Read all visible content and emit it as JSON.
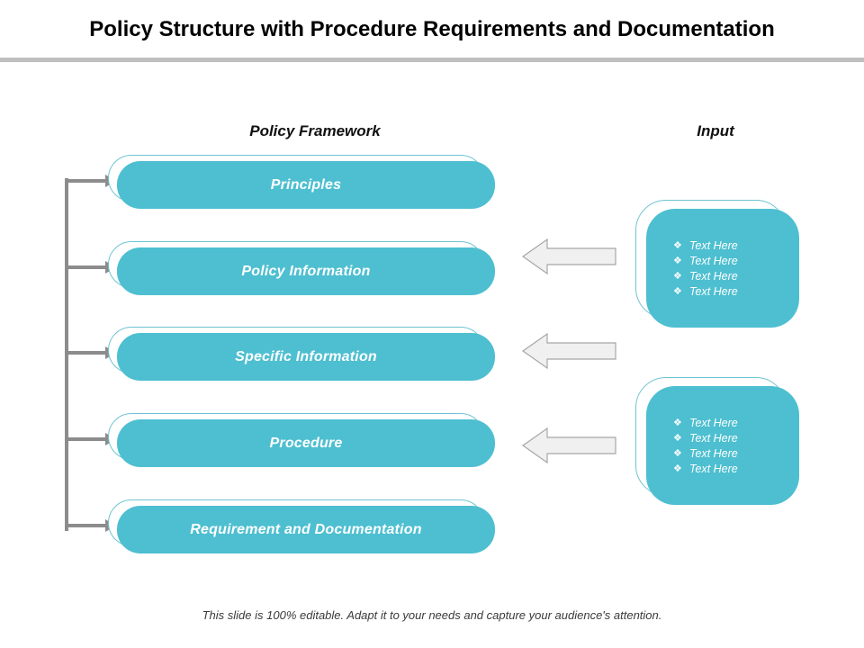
{
  "slide": {
    "title": "Policy Structure with Procedure Requirements and Documentation",
    "footer_note": "This slide is 100% editable. Adapt it to your needs and capture your audience's attention.",
    "accent_color": "#4dbfd0",
    "outline_color": "#6ec4d2",
    "arrow_color": "#8c8c8c",
    "divider_color": "#bfbfbf",
    "block_arrow_fill": "#f0f0f0",
    "block_arrow_stroke": "#a6a6a6"
  },
  "headings": {
    "framework": "Policy Framework",
    "input": "Input"
  },
  "framework": {
    "stages": [
      {
        "label": "Principles"
      },
      {
        "label": "Policy Information"
      },
      {
        "label": "Specific Information"
      },
      {
        "label": "Procedure"
      },
      {
        "label": "Requirement and Documentation"
      }
    ]
  },
  "input": {
    "bullet_glyph": "❖",
    "panels": [
      {
        "items": [
          "Text Here",
          "Text Here",
          "Text Here",
          "Text Here"
        ]
      },
      {
        "items": [
          "Text Here",
          "Text Here",
          "Text Here",
          "Text Here"
        ]
      }
    ]
  },
  "connectors": {
    "flow_arrow_count": 5,
    "block_arrow_count": 3
  }
}
